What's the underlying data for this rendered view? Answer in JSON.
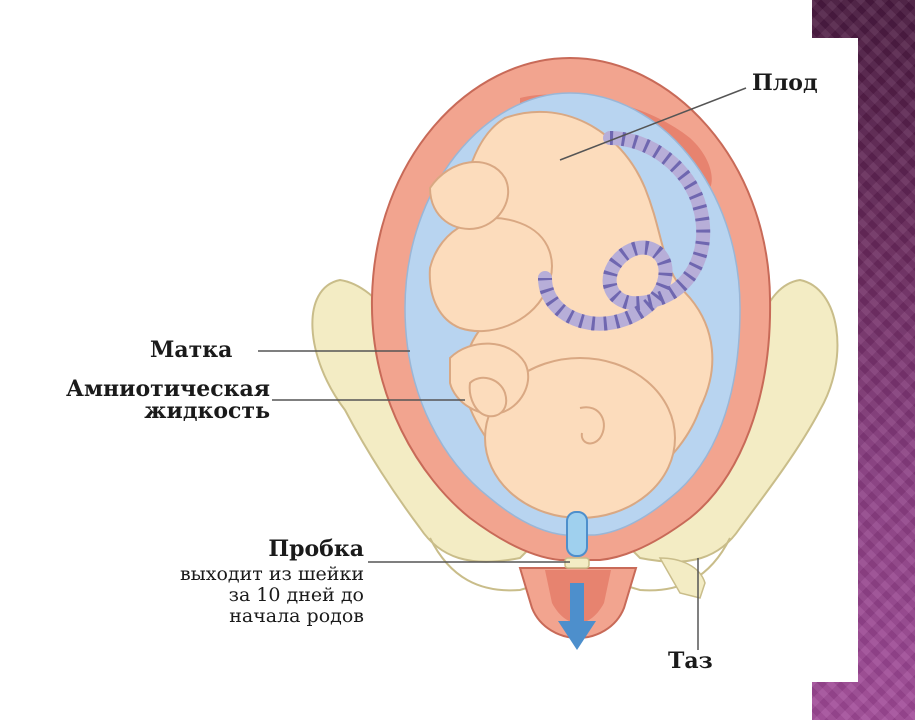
{
  "labels": {
    "fetus": "Плод",
    "uterus": "Матка",
    "amniotic_line1": "Амниотическая",
    "amniotic_line2": "жидкость",
    "plug": "Пробка",
    "plug_note1": "выходит из шейки",
    "plug_note2": "за 10 дней до",
    "plug_note3": "начала родов",
    "pelvis": "Таз"
  },
  "colors": {
    "uterus_wall": "#f2a48f",
    "uterus_inner": "#e7836f",
    "amniotic_fluid": "#b8d4f0",
    "fetus_skin": "#fcdcbc",
    "fetus_outline": "#d9a883",
    "cord": "#b7aed8",
    "cord_stripe": "#6f67b0",
    "pelvis": "#f3ecc4",
    "pelvis_outline": "#c9bd8a",
    "plug": "#9fd0ee",
    "arrow": "#4d8fcc",
    "side_panel": "#6b2a5e"
  }
}
